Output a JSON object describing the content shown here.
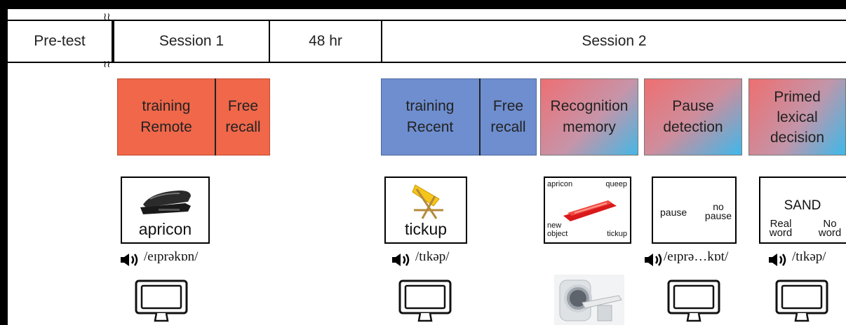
{
  "timeline": {
    "pretest": "Pre-test",
    "session1": "Session 1",
    "gap": "48 hr",
    "session2": "Session 2"
  },
  "tasks": {
    "training_remote": "training\nRemote",
    "free_recall_1": "Free\nrecall",
    "training_recent": "training\nRecent",
    "free_recall_2": "Free\nrecall",
    "recognition": "Recognition\nmemory",
    "pause_detection": "Pause\ndetection",
    "primed_lexical": "Primed\nlexical\ndecision"
  },
  "stimuli": {
    "remote_word": "apricon",
    "recent_word": "tickup",
    "recog": {
      "top_left": "apricon",
      "top_right": "queep",
      "bottom_left_line1": "new",
      "bottom_left_line2": "object",
      "bottom_right": "tickup"
    },
    "pause": {
      "left": "pause",
      "right_line1": "no",
      "right_line2": "pause"
    },
    "lexical": {
      "prime": "SAND",
      "left_line1": "Real",
      "left_line2": "word",
      "right_line1": "No",
      "right_line2": "word"
    }
  },
  "phonetics": {
    "remote": "/eɪprəkɒn/",
    "recent": "/tɪkəp/",
    "pause": "/eɪprə…kɒt/",
    "lexical": "/tɪkəp/"
  },
  "icons": [
    "speaker-icon",
    "monitor-icon",
    "stapler-icon",
    "deck-chair-icon",
    "mri-scanner-icon"
  ]
}
